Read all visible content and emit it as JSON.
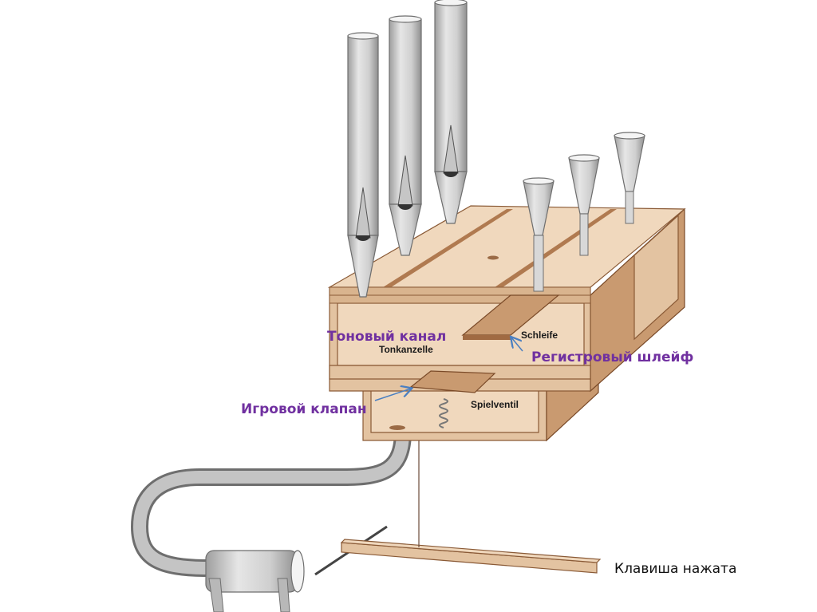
{
  "diagram": {
    "subject": "Pipe organ slider chest mechanism",
    "labels": {
      "tone_channel_ru": "Тоновый канал",
      "tone_channel_de": "Tonkanzelle",
      "slider_ru": "Регистровый шлейф",
      "slider_de": "Schleife",
      "pallet_ru": "Игровой клапан",
      "pallet_de": "Spielventil",
      "key_state": "Клавиша нажата"
    },
    "components": {
      "flue_pipes": 3,
      "reed_pipes": 3,
      "has_spring": true,
      "has_blower": true,
      "has_key_lever": true
    },
    "colors": {
      "label_purple": "#7030a0",
      "arrow_blue": "#4a7fc1",
      "wood": "#e3c3a1",
      "wood_dark": "#c99a70",
      "metal": "#bdbdbd"
    }
  }
}
